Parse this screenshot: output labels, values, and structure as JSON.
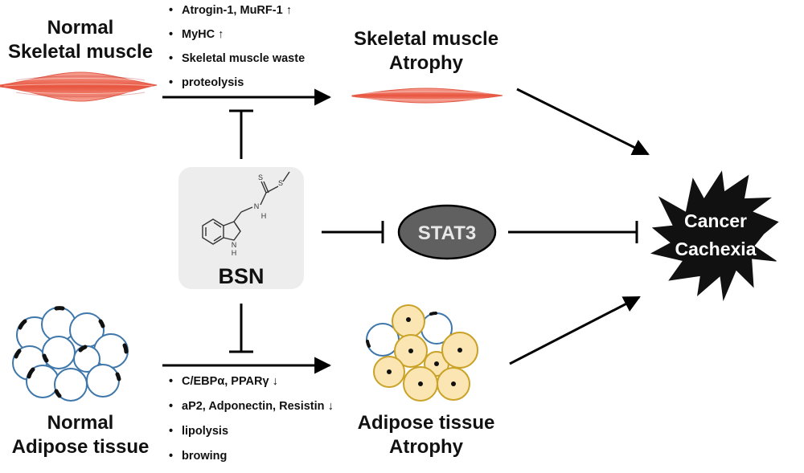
{
  "normal_muscle": {
    "line1": "Normal",
    "line2": "Skeletal muscle"
  },
  "atrophy_muscle": {
    "line1": "Skeletal muscle",
    "line2": "Atrophy"
  },
  "normal_adipose": {
    "line1": "Normal",
    "line2": "Adipose tissue"
  },
  "atrophy_adipose": {
    "line1": "Adipose tissue",
    "line2": "Atrophy"
  },
  "muscle_effects": [
    {
      "text": "Atrogin-1, MuRF-1",
      "arrow": "↑"
    },
    {
      "text": "MyHC",
      "arrow": "↑"
    },
    {
      "text": "Skeletal muscle waste",
      "arrow": ""
    },
    {
      "text": "proteolysis",
      "arrow": ""
    }
  ],
  "adipose_effects": [
    {
      "text": "C/EBPα, PPARγ",
      "arrow": "↓"
    },
    {
      "text": "aP2, Adponectin, Resistin",
      "arrow": "↓"
    },
    {
      "text": "lipolysis",
      "arrow": ""
    },
    {
      "text": "browing",
      "arrow": ""
    }
  ],
  "compound": {
    "name": "BSN",
    "atoms": {
      "S_thione": "S",
      "S_thioether": "S",
      "N_amide": "N",
      "H_amide": "H",
      "N_indole": "N",
      "H_indole": "H"
    }
  },
  "stat3": {
    "label": "STAT3"
  },
  "outcome": {
    "line1": "Cancer",
    "line2": "Cachexia"
  },
  "colors": {
    "muscle": "#ec6a58",
    "adipocyte_fill": "#fbe6b3",
    "adipocyte_stroke": "#c9a227",
    "cell_outline": "#3f77aa",
    "stat3_fill": "#606060",
    "compound_box": "#ededed",
    "star": "#111111"
  }
}
